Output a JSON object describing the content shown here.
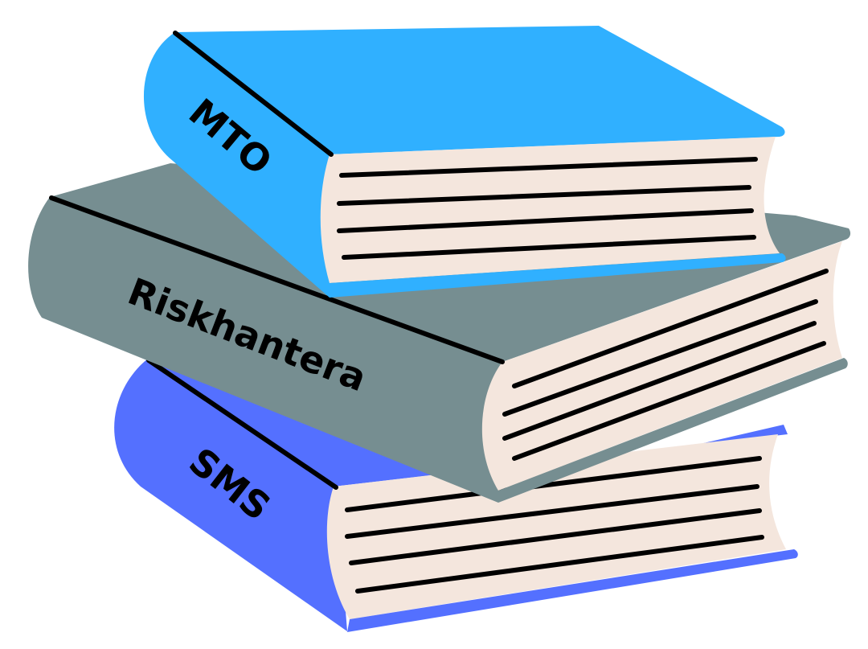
{
  "books": [
    {
      "title": "MTO",
      "color": "#30B0FF"
    },
    {
      "title": "Riskhantera",
      "color": "#768E91"
    },
    {
      "title": "SMS",
      "color": "#5470FF"
    }
  ],
  "colors": {
    "pages": "#F4E6DD",
    "ink": "#000000"
  }
}
